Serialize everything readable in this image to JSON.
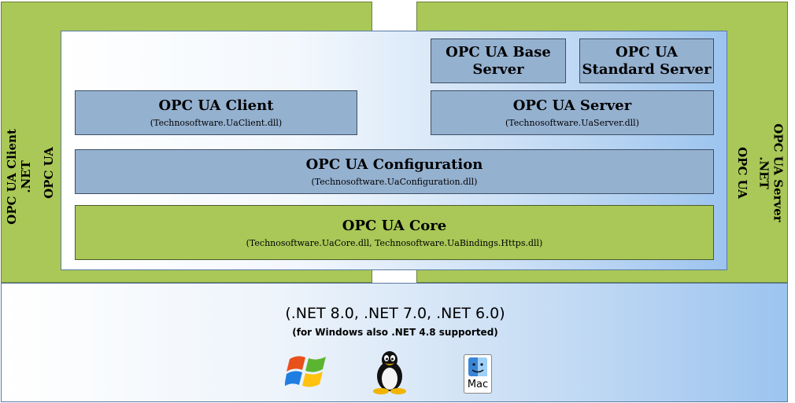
{
  "client_side": {
    "vertical_outer": "OPC UA Client",
    "vertical_net": ".NET",
    "vertical_inner": "OPC UA"
  },
  "server_side": {
    "vertical_inner": "OPC UA",
    "vertical_outer": "OPC UA Server",
    "vertical_net": ".NET"
  },
  "modules": {
    "base_server": {
      "line1": "OPC UA Base",
      "line2": "Server"
    },
    "standard_server": {
      "line1": "OPC UA",
      "line2": "Standard Server"
    },
    "client": {
      "title": "OPC UA Client",
      "dll": "(Technosoftware.UaClient.dll)"
    },
    "server": {
      "title": "OPC UA Server",
      "dll": "(Technosoftware.UaServer.dll)"
    },
    "configuration": {
      "title": "OPC UA Configuration",
      "dll": "(Technosoftware.UaConfiguration.dll)"
    },
    "core": {
      "title": "OPC UA Core",
      "dll": "(Technosoftware.UaCore.dll, Technosoftware.UaBindings.Https.dll)"
    }
  },
  "platform": {
    "frameworks": "(.NET 8.0, .NET 7.0, .NET 6.0)",
    "windows_note": "(for Windows also .NET 4.8 supported)",
    "mac_label": "Mac"
  },
  "icons": [
    "windows-logo-icon",
    "linux-tux-icon",
    "mac-finder-icon"
  ],
  "colors": {
    "green": "#a9c857",
    "module_blue": "#95b1d0",
    "gradient_blue": "#9cc4ef"
  }
}
